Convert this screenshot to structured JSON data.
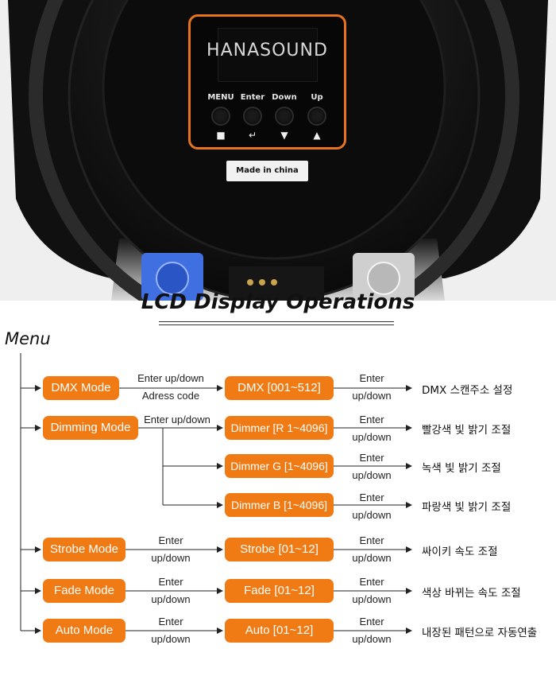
{
  "photo": {
    "brand": "HANASOUND",
    "buttons": [
      {
        "label": "MENU",
        "icon": "stop-square-icon",
        "glyph": "■"
      },
      {
        "label": "Enter",
        "icon": "enter-return-icon",
        "glyph": "↵"
      },
      {
        "label": "Down",
        "icon": "arrow-down-icon",
        "glyph": "▼"
      },
      {
        "label": "Up",
        "icon": "arrow-up-icon",
        "glyph": "▲"
      }
    ],
    "made_in": "Made in china",
    "colors": {
      "panel_border": "#e8731e",
      "body": "#0e0e0e"
    }
  },
  "title": "LCD Display Operations",
  "menu_label": "Menu",
  "colors": {
    "pill": "#f07a14",
    "line": "#222222"
  },
  "rows": [
    {
      "mode": "DMX Mode",
      "action_top": "Enter up/down",
      "action_bottom": "Adress code",
      "setting": "DMX [001~512]",
      "enter": "Enter",
      "updown": "up/down",
      "desc": "DMX 스캔주소 설정"
    },
    {
      "mode": "Dimming Mode",
      "action_top": "Enter up/down",
      "setting": "Dimmer [R 1~4096]",
      "enter": "Enter",
      "updown": "up/down",
      "desc": "빨강색 빛 밝기 조절"
    },
    {
      "setting": "Dimmer G [1~4096]",
      "enter": "Enter",
      "updown": "up/down",
      "desc": "녹색 빛 밝기 조절"
    },
    {
      "setting": "Dimmer B [1~4096]",
      "enter": "Enter",
      "updown": "up/down",
      "desc": "파랑색 빛 밝기 조절"
    },
    {
      "mode": "Strobe Mode",
      "action_top": "Enter",
      "action_bottom": "up/down",
      "setting": "Strobe [01~12]",
      "enter": "Enter",
      "updown": "up/down",
      "desc": "싸이키 속도 조절"
    },
    {
      "mode": "Fade Mode",
      "action_top": "Enter",
      "action_bottom": "up/down",
      "setting": "Fade [01~12]",
      "enter": "Enter",
      "updown": "up/down",
      "desc": "색상 바뀌는 속도 조절"
    },
    {
      "mode": "Auto Mode",
      "action_top": "Enter",
      "action_bottom": "up/down",
      "setting": "Auto [01~12]",
      "enter": "Enter",
      "updown": "up/down",
      "desc": "내장된 패턴으로 자동연출"
    }
  ]
}
